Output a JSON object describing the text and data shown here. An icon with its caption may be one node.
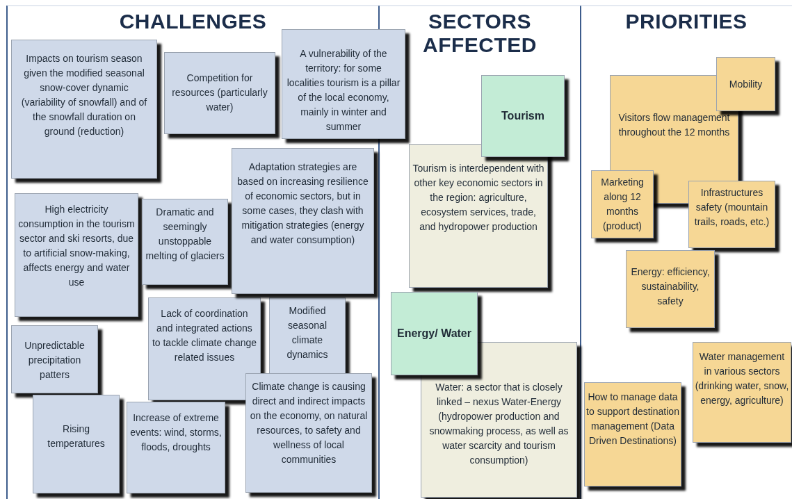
{
  "diagram": {
    "nodes": [
      {
        "text": [
          "Impacts on tourism season given the modified seasonal snow-cover dynamic (variability of snowfall) and of the snowfall duration on ground (reduction)"
        ]
      },
      {
        "text": [
          "Competition for resources (particularly water)"
        ]
      },
      {
        "text": [
          "A vulnerability of the territory: for some localities tourism is a pillar of the local economy, mainly in winter and summer"
        ]
      },
      {
        "text": [
          "Adaptation strategies are based on increasing resilience of economic sectors, but in some cases, they clash with mitigation strategies (energy and water consumption)"
        ]
      },
      {
        "text": [
          "High electricity consumption in the tourism sector and ski resorts, due to artificial snow-making, affects energy and water use"
        ]
      },
      {
        "text": [
          "Dramatic and seemingly unstoppable melting of glaciers"
        ]
      },
      {
        "text": [
          "Lack of coordination and integrated actions to tackle climate change related issues"
        ]
      },
      {
        "text": [
          "Modified seasonal climate dynamics"
        ]
      },
      {
        "text": [
          "Unpredictable precipitation patters"
        ]
      },
      {
        "text": [
          "Rising temperatures"
        ]
      },
      {
        "text": [
          "Increase of extreme events: wind, storms, floods, droughts"
        ]
      },
      {
        "text": [
          "Climate change is causing direct and indirect impacts on the economy, on natural resources, to safety and wellness of local communities"
        ]
      },
      {
        "text": [
          "Tourism"
        ]
      },
      {
        "text": [
          "Tourism is interdependent with other key economic sectors in the region: agriculture, ecosystem services, trade, and hydropower production"
        ]
      },
      {
        "text": [
          "Energy/ Water"
        ]
      },
      {
        "text": [
          "Water: a sector that is closely linked – nexus Water-Energy (hydropower production and snowmaking process, as well as water scarcity and tourism consumption)"
        ]
      },
      {
        "text": [
          "Visitors flow management throughout the 12 months"
        ]
      },
      {
        "text": [
          "Mobility"
        ]
      },
      {
        "text": [
          "Marketing along 12 months (product)"
        ]
      },
      {
        "text": [
          "Infrastructures safety (mountain trails, roads, etc.)"
        ]
      },
      {
        "text": [
          "Energy: efficiency, sustainability, safety"
        ]
      },
      {
        "text": [
          "Water management in various sectors (drinking water, snow, energy, agriculture)"
        ]
      },
      {
        "text": [
          "How to manage data to support destination management (Data Driven Destinations)"
        ]
      }
    ],
    "labels": [
      "CHALLENGES",
      "SECTORS AFFECTED",
      "PRIORITIES"
    ]
  }
}
